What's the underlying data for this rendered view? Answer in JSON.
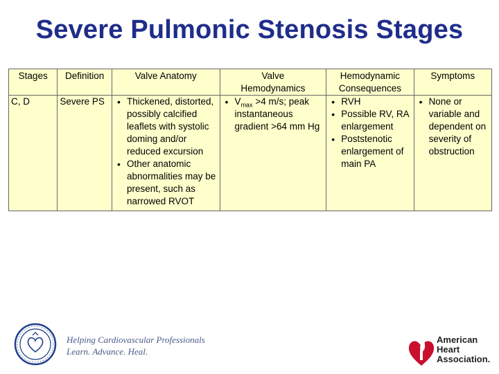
{
  "title": "Severe Pulmonic Stenosis Stages",
  "colors": {
    "title": "#1f2d8a",
    "table_bg": "#ffffcc",
    "seal": "#1f3f8a",
    "heart": "#c8102e"
  },
  "table": {
    "headers": {
      "stages": "Stages",
      "definition": "Definition",
      "anatomy": "Valve Anatomy",
      "hemodynamics_1": "Valve",
      "hemodynamics_2": "Hemodynamics",
      "consequences_1": "Hemodynamic",
      "consequences_2": "Consequences",
      "symptoms": "Symptoms"
    },
    "row": {
      "stage": "C, D",
      "definition": "Severe PS",
      "anatomy": [
        "Thickened, distorted, possibly calcified leaflets with systolic doming and/or reduced excursion",
        "Other anatomic abnormalities may be present, such as narrowed RVOT"
      ],
      "hemodynamics_v": "V",
      "hemodynamics_sub": "max",
      "hemodynamics_rest": " >4 m/s; peak instantaneous gradient >64 mm Hg",
      "consequences": [
        "RVH",
        "Possible RV, RA enlargement",
        "Poststenotic enlargement of main PA"
      ],
      "symptoms": [
        "None or variable and dependent on severity of obstruction"
      ]
    }
  },
  "footer": {
    "tagline_1": "Helping Cardiovascular Professionals",
    "tagline_2": "Learn. Advance. Heal.",
    "seal_icon": "acc-seal-icon",
    "aha_1": "American",
    "aha_2": "Heart",
    "aha_3": "Association.",
    "aha_icon": "heart-torch-icon"
  }
}
